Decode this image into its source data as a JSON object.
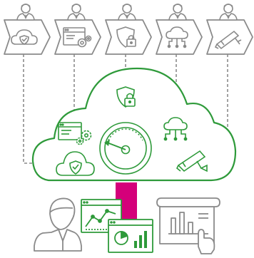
{
  "colors": {
    "gray": "#8a8a8a",
    "dark_gray": "#6f6f6f",
    "green": "#2e9a3a",
    "magenta": "#d4007a",
    "white": "#ffffff"
  },
  "roles": [
    {
      "id": "cloud-security",
      "icon": "cloud-shield-icon"
    },
    {
      "id": "app-config",
      "icon": "browser-gear-icon"
    },
    {
      "id": "access-control",
      "icon": "shield-lock-icon"
    },
    {
      "id": "cloud-network",
      "icon": "cloud-network-icon"
    },
    {
      "id": "surveillance",
      "icon": "security-camera-icon"
    }
  ],
  "cloud_icons": [
    "lock-icon",
    "browser-gear-icon",
    "speedometer-icon",
    "cloud-network-icon",
    "cloud-shield-icon",
    "security-camera-icon"
  ],
  "bottom_icons": [
    "user-icon",
    "analytics-dashboard-icon",
    "report-document-icon"
  ],
  "gauge": {
    "needle_value": 0.35
  }
}
